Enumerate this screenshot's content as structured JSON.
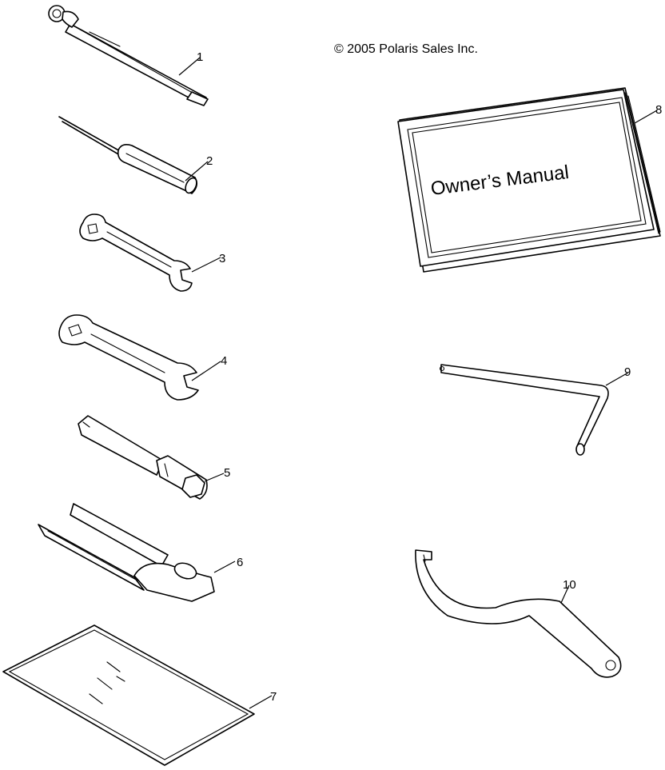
{
  "copyright": "© 2005 Polaris Sales Inc.",
  "manual_cover_text": "Owner’s Manual",
  "callouts": [
    "1",
    "2",
    "3",
    "4",
    "5",
    "6",
    "7",
    "8",
    "9",
    "10"
  ]
}
